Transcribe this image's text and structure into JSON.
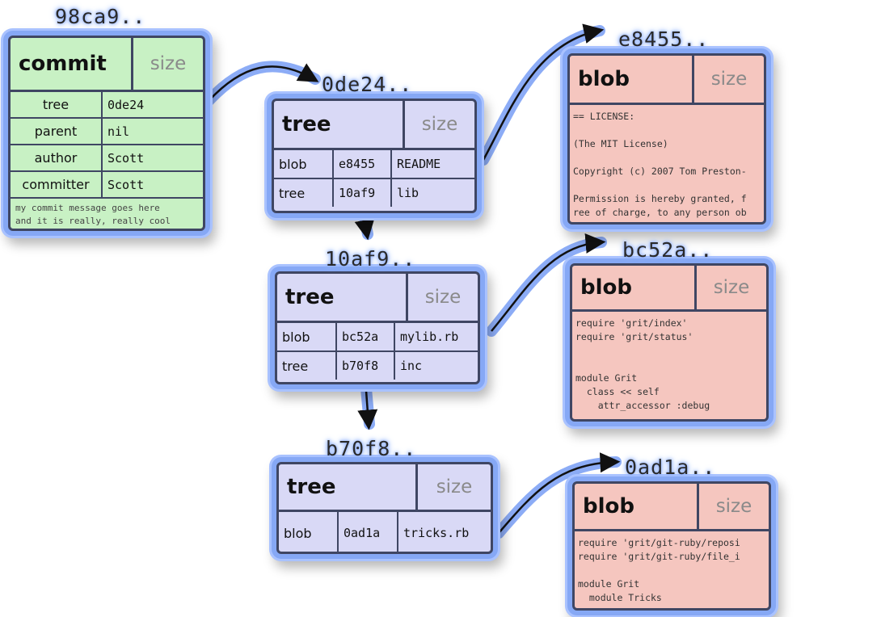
{
  "commit": {
    "hash": "98ca9..",
    "type": "commit",
    "size": "size",
    "rows": [
      {
        "key": "tree",
        "val": "0de24"
      },
      {
        "key": "parent",
        "val": "nil"
      },
      {
        "key": "author",
        "val": "Scott"
      },
      {
        "key": "committer",
        "val": "Scott"
      }
    ],
    "message": [
      "my commit message goes here",
      "and it is really, really cool"
    ]
  },
  "trees": [
    {
      "hash": "0de24..",
      "type": "tree",
      "size": "size",
      "entries": [
        {
          "kind": "blob",
          "sha": "e8455",
          "name": "README"
        },
        {
          "kind": "tree",
          "sha": "10af9",
          "name": "lib"
        }
      ]
    },
    {
      "hash": "10af9..",
      "type": "tree",
      "size": "size",
      "entries": [
        {
          "kind": "blob",
          "sha": "bc52a",
          "name": "mylib.rb"
        },
        {
          "kind": "tree",
          "sha": "b70f8",
          "name": "inc"
        }
      ]
    },
    {
      "hash": "b70f8..",
      "type": "tree",
      "size": "size",
      "entries": [
        {
          "kind": "blob",
          "sha": "0ad1a",
          "name": "tricks.rb"
        }
      ]
    }
  ],
  "blobs": [
    {
      "hash": "e8455..",
      "type": "blob",
      "size": "size",
      "content": "== LICENSE:\n\n(The MIT License)\n\nCopyright (c) 2007 Tom Preston-\n\nPermission is hereby granted, f\nree of charge, to any person ob"
    },
    {
      "hash": "bc52a..",
      "type": "blob",
      "size": "size",
      "content": "require 'grit/index'\nrequire 'grit/status'\n\n\nmodule Grit\n  class << self\n    attr_accessor :debug"
    },
    {
      "hash": "0ad1a..",
      "type": "blob",
      "size": "size",
      "content": "require 'grit/git-ruby/reposi\nrequire 'grit/git-ruby/file_i\n\nmodule Grit\n  module Tricks"
    }
  ],
  "colors": {
    "commit": "#c8f1c4",
    "tree": "#d9d9f6",
    "blob": "#f5c6bf",
    "glow": "#86a8f5",
    "border": "#3f4663"
  }
}
